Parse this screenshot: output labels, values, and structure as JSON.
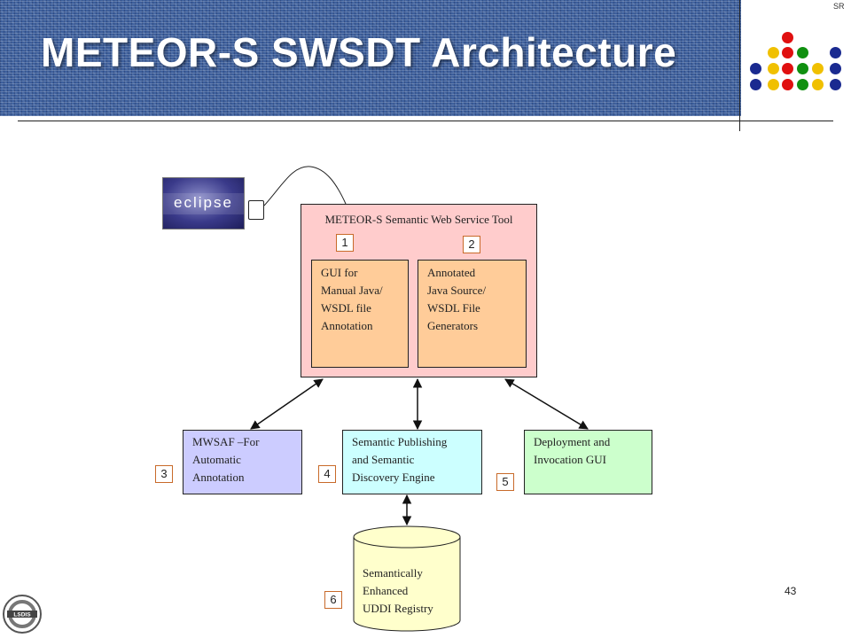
{
  "slide": {
    "title": "METEOR-S  SWSDT Architecture",
    "page_number": "43",
    "corner_mark": "SR"
  },
  "logos": {
    "eclipse_text": "eclipse",
    "lsdis_text": "LSDIS"
  },
  "diagram": {
    "tool": {
      "label": "METEOR-S Semantic Web Service Tool",
      "components": [
        {
          "number": "1",
          "text": "GUI for\nManual Java/\nWSDL file\nAnnotation"
        },
        {
          "number": "2",
          "text": "Annotated\nJava Source/\nWSDL File\nGenerators"
        }
      ]
    },
    "modules": [
      {
        "number": "3",
        "text": "MWSAF –For\nAutomatic\nAnnotation"
      },
      {
        "number": "4",
        "text": "Semantic Publishing\nand Semantic\nDiscovery Engine"
      },
      {
        "number": "5",
        "text": "Deployment and\nInvocation GUI"
      }
    ],
    "registry": {
      "number": "6",
      "text": "Semantically\nEnhanced\nUDDI Registry"
    }
  },
  "colors": {
    "banner": "#3d5f9c",
    "tool_fill": "#ffcccc",
    "component_fill": "#ffcc99",
    "mwsaf_fill": "#ccccff",
    "engine_fill": "#ccffff",
    "deploy_fill": "#ccffcc",
    "registry_fill": "#ffffcc",
    "number_border": "#c86a2a"
  }
}
